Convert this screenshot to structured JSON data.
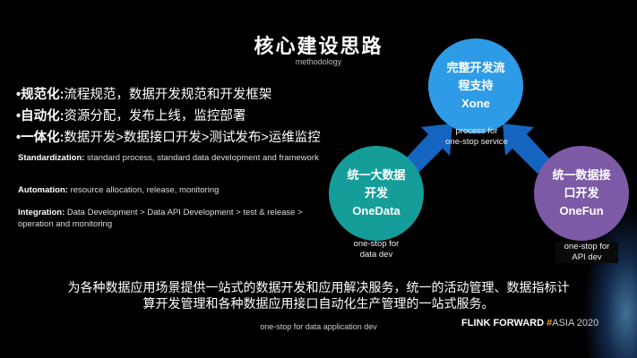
{
  "title": "核心建设思路",
  "subtitle": "methodology",
  "bullets": [
    {
      "label": "•规范化:",
      "text": "流程规范，数据开发规范和开发框架"
    },
    {
      "label": "•自动化:",
      "text": "资源分配，发布上线，监控部署"
    },
    {
      "label": "•一体化:",
      "text": "数据开发>数据接口开发>测试发布>运维监控"
    }
  ],
  "english": [
    {
      "label": "Standardization:",
      "text": " standard process, standard data development and framework"
    },
    {
      "label": "Automation:",
      "text": " resource allocation, release, monitoring"
    },
    {
      "label": "Integration:",
      "text": " Data Development > Data API Development > test & release > operation and monitoring"
    }
  ],
  "circles": {
    "xone": {
      "line1": "完整开发流",
      "line2": "程支持",
      "name": "Xone",
      "caption1": "process for",
      "caption2": "one-stop service",
      "color": "#2d9be6"
    },
    "onedata": {
      "line1": "统一大数据",
      "line2": "开发",
      "name": "OneData",
      "caption1": "one-stop for",
      "caption2": "data dev",
      "color": "#159d9a"
    },
    "onefun": {
      "line1": "统一数据接",
      "line2": "口开发",
      "name": "OneFun",
      "caption1": "one-stop for",
      "caption2": "API dev",
      "color": "#7c5aa6"
    }
  },
  "arrow_color": "#1565c0",
  "description_line1": "为各种数据应用场景提供一站式的数据开发和应用解决服务，统一的活动管理、数据指标计",
  "description_line2": "算开发管理和各种数据应用接口自动化生产管理的一站式服务。",
  "footer": "one-stop for data application dev",
  "brand": {
    "main": "FLINK FORWARD ",
    "hash": "#",
    "event": "ASIA 2020"
  }
}
